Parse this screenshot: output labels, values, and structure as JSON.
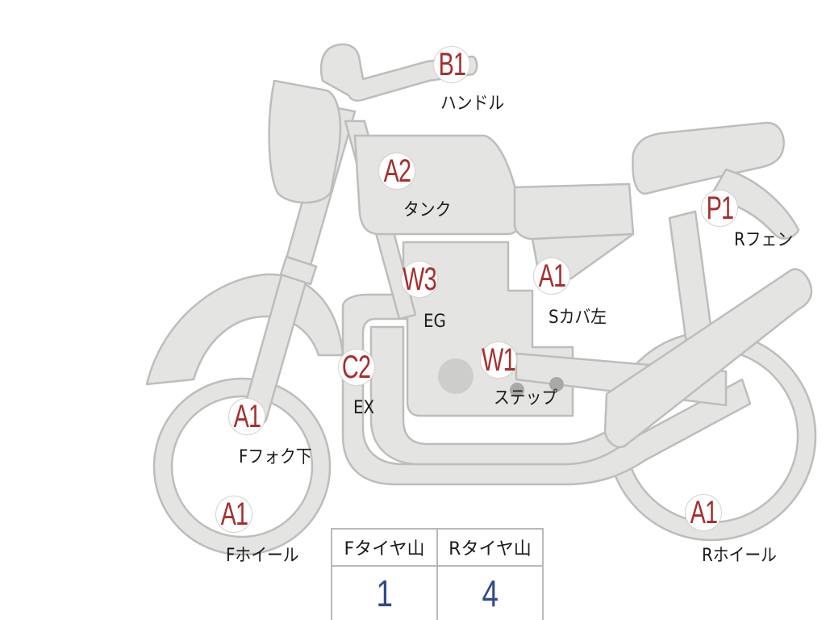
{
  "markers": [
    {
      "id": "handle",
      "code": "B1",
      "label": "ハンドル"
    },
    {
      "id": "tank",
      "code": "A2",
      "label": "タンク"
    },
    {
      "id": "rear-fender",
      "code": "P1",
      "label": "Rフェン"
    },
    {
      "id": "engine",
      "code": "W3",
      "label": "EG"
    },
    {
      "id": "side-cover-left",
      "code": "A1",
      "label": "Sカバ左"
    },
    {
      "id": "exhaust",
      "code": "C2",
      "label": "EX"
    },
    {
      "id": "step",
      "code": "W1",
      "label": "ステップ"
    },
    {
      "id": "front-fork-lower",
      "code": "A1",
      "label": "Fフォク下"
    },
    {
      "id": "front-wheel",
      "code": "A1",
      "label": "Fホイール"
    },
    {
      "id": "rear-wheel",
      "code": "A1",
      "label": "Rホイール"
    }
  ],
  "tread_table": {
    "headers": [
      "Fタイヤ山",
      "Rタイヤ山"
    ],
    "values": [
      "1",
      "4"
    ]
  },
  "colors": {
    "code_text": "#a5302f",
    "label_text": "#1b1b1b",
    "table_value": "#2f4a8e",
    "bike_fill": "#e4e4e2",
    "bike_outline": "#bdbdbb"
  }
}
